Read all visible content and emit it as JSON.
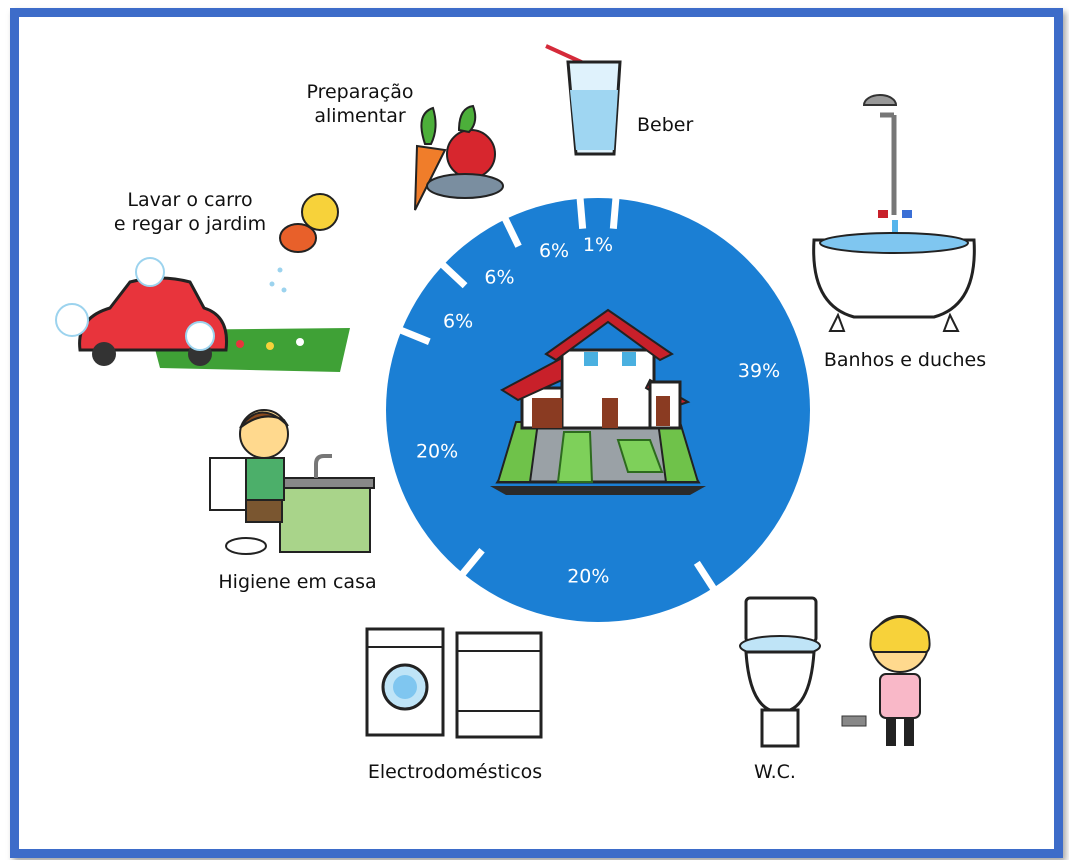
{
  "colors": {
    "frame": "#3d6cc9",
    "circle": "#1b7fd4",
    "tick": "#ffffff",
    "label": "#111111"
  },
  "chart_data": {
    "type": "pie",
    "categories": [
      "Beber",
      "Banhos e duches",
      "W.C.",
      "Electrodomésticos",
      "Higiene em casa",
      "Lavar o carro\ne regar o jardim",
      "Preparação\nalimentar"
    ],
    "values": [
      1,
      39,
      20,
      20,
      6,
      6,
      6
    ],
    "labels": [
      "1%",
      "39%",
      "20%",
      "20%",
      "6%",
      "6%",
      "6%"
    ],
    "icons": [
      "glass-icon",
      "bathtub-icon",
      "toilet-icon",
      "washing-machine-icon",
      "sink-icon",
      "car-garden-icon",
      "vegetables-icon"
    ]
  }
}
